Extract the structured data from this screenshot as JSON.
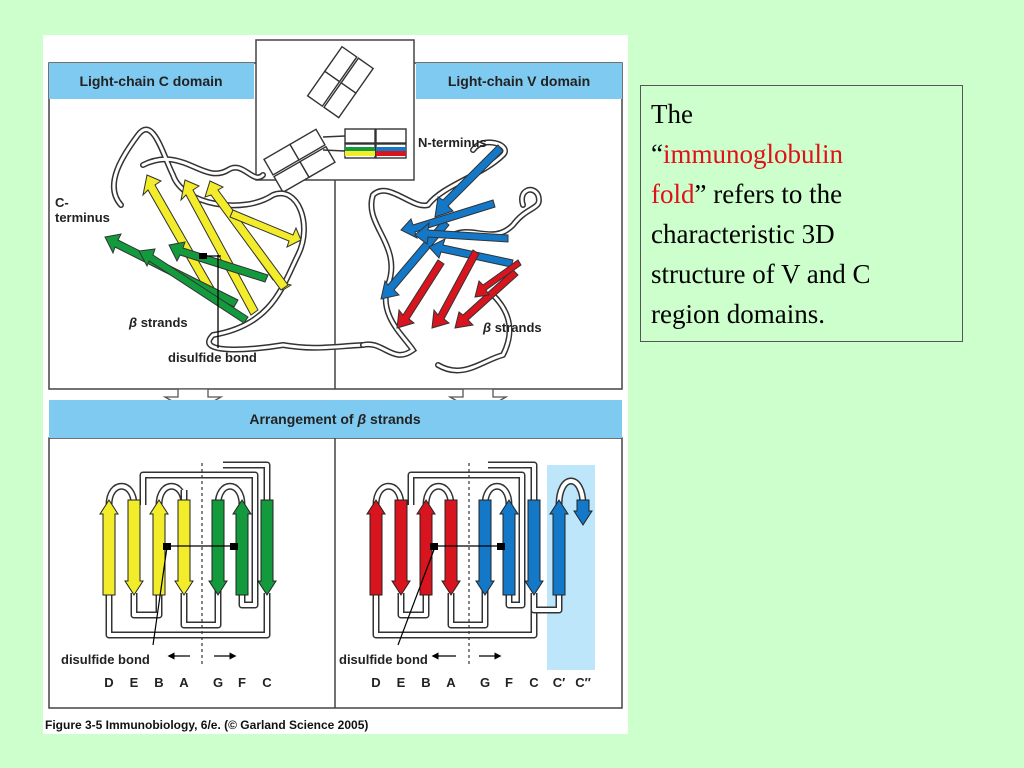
{
  "figure": {
    "header_c": "Light-chain C domain",
    "header_v": "Light-chain V domain",
    "arrangement_header_pre": "Arrangement of ",
    "arrangement_header_beta": "β",
    "arrangement_header_post": " strands",
    "label_n_terminus": "N-terminus",
    "label_c_terminus_1": "C-",
    "label_c_terminus_2": "terminus",
    "label_beta_strands_c": " strands",
    "label_beta_strands_v": " strands",
    "beta": "β",
    "label_disulfide_top": "disulfide bond",
    "label_disulfide_c": "disulfide bond",
    "label_disulfide_v": "disulfide bond",
    "strand_letters_c": [
      "D",
      "E",
      "B",
      "A",
      "G",
      "F",
      "C"
    ],
    "strand_letters_v": [
      "D",
      "E",
      "B",
      "A",
      "G",
      "F",
      "C",
      "C′",
      "C″"
    ],
    "caption": "Figure 3-5  Immunobiology, 6/e. (© Garland Science 2005)"
  },
  "textbox": {
    "line1": "The",
    "quote_open": "“",
    "highlight1": "immunoglobulin",
    "highlight2": "fold",
    "quote_close": "”",
    "rest1": " refers to the",
    "line4": "characteristic 3D",
    "line5": "structure of V and C",
    "line6": "region domains."
  },
  "colors": {
    "background": "#ccffcc",
    "header_blue": "#7fcaf0",
    "yellow": "#f2ec2a",
    "green": "#129a3c",
    "red": "#d8141e",
    "blue": "#1478c8",
    "highlight_text": "#e0101a"
  }
}
